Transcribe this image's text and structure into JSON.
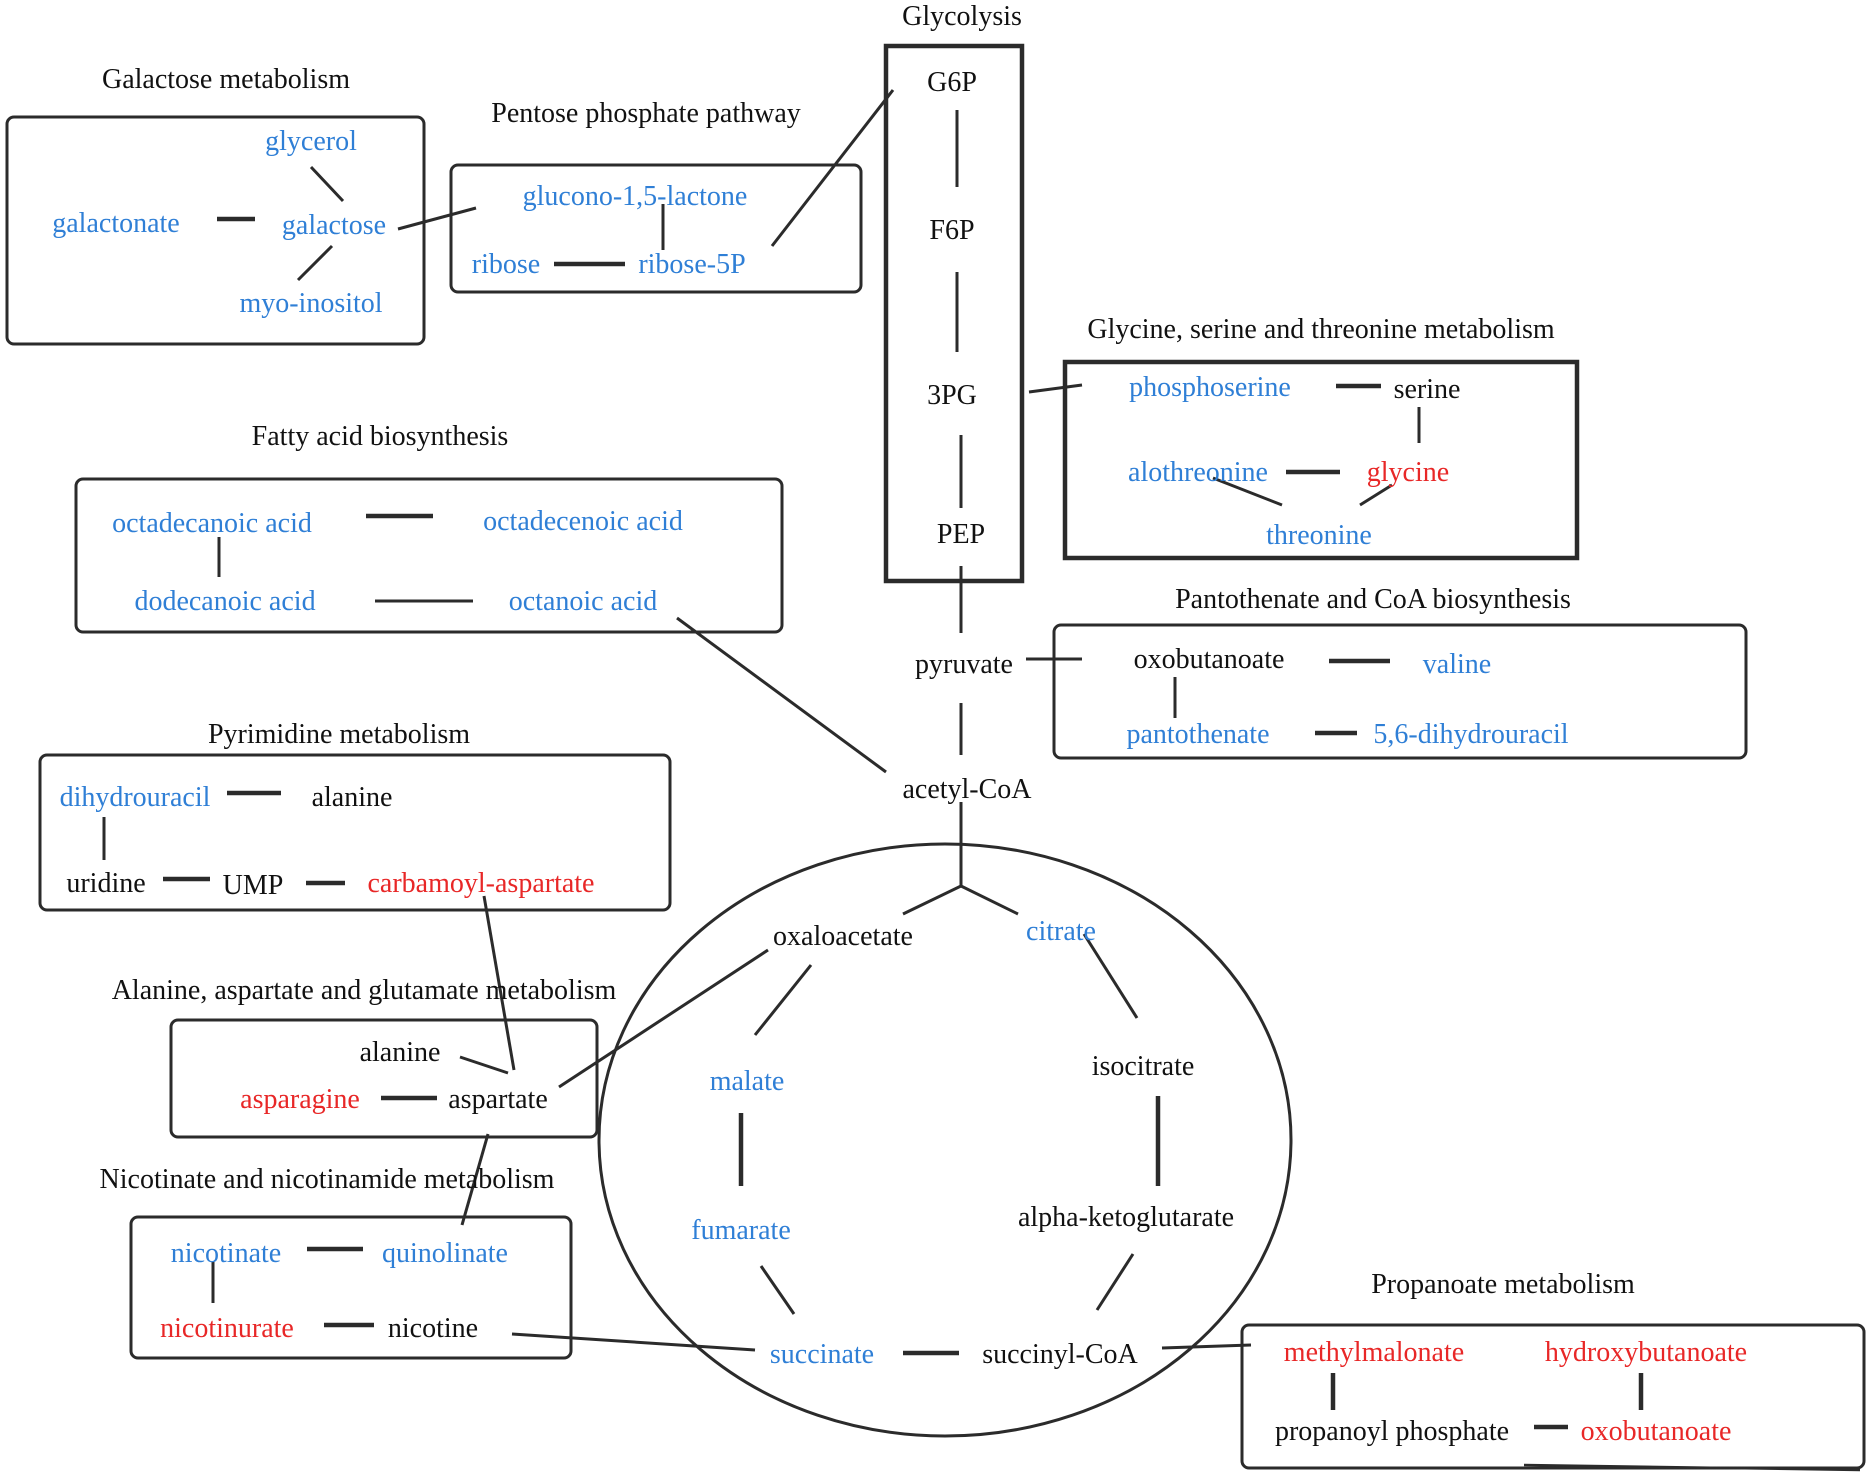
{
  "colors": {
    "black": "#111111",
    "blue": "#2f7fd6",
    "red": "#e82727"
  },
  "sections": {
    "glycolysis": "Glycolysis",
    "galactose": "Galactose metabolism",
    "pentose": "Pentose phosphate pathway",
    "glycine_serine_threonine": "Glycine, serine and threonine metabolism",
    "fatty_acid": "Fatty acid biosynthesis",
    "pantothenate": "Pantothenate and CoA biosynthesis",
    "pyrimidine": "Pyrimidine metabolism",
    "alanine_aspartate_glutamate": "Alanine, aspartate and glutamate metabolism",
    "nicotinate": "Nicotinate and nicotinamide metabolism",
    "propanoate": "Propanoate metabolism"
  },
  "nodes": {
    "g6p": {
      "label": "G6P",
      "color": "black"
    },
    "f6p": {
      "label": "F6P",
      "color": "black"
    },
    "pg3": {
      "label": "3PG",
      "color": "black"
    },
    "pep": {
      "label": "PEP",
      "color": "black"
    },
    "glycerol": {
      "label": "glycerol",
      "color": "blue"
    },
    "galactonate": {
      "label": "galactonate",
      "color": "blue"
    },
    "galactose": {
      "label": "galactose",
      "color": "blue"
    },
    "myo_inositol": {
      "label": "myo-inositol",
      "color": "blue"
    },
    "glucono_lactone": {
      "label": "glucono-1,5-lactone",
      "color": "blue"
    },
    "ribose": {
      "label": "ribose",
      "color": "blue"
    },
    "ribose_5p": {
      "label": "ribose-5P",
      "color": "blue"
    },
    "phosphoserine": {
      "label": "phosphoserine",
      "color": "blue"
    },
    "serine": {
      "label": "serine",
      "color": "black"
    },
    "alothreonine": {
      "label": "alothreonine",
      "color": "blue"
    },
    "glycine": {
      "label": "glycine",
      "color": "red"
    },
    "threonine": {
      "label": "threonine",
      "color": "blue"
    },
    "octadecanoic": {
      "label": "octadecanoic acid",
      "color": "blue"
    },
    "octadecenoic": {
      "label": "octadecenoic acid",
      "color": "blue"
    },
    "dodecanoic": {
      "label": "dodecanoic acid",
      "color": "blue"
    },
    "octanoic": {
      "label": "octanoic acid",
      "color": "blue"
    },
    "pyruvate": {
      "label": "pyruvate",
      "color": "black"
    },
    "oxobutanoate_pant": {
      "label": "oxobutanoate",
      "color": "black"
    },
    "valine": {
      "label": "valine",
      "color": "blue"
    },
    "pantothenate": {
      "label": "pantothenate",
      "color": "blue"
    },
    "dihydrouracil_56": {
      "label": "5,6-dihydrouracil",
      "color": "blue"
    },
    "acetyl_coa": {
      "label": "acetyl-CoA",
      "color": "black"
    },
    "dihydrouracil": {
      "label": "dihydrouracil",
      "color": "blue"
    },
    "alanine_pyr": {
      "label": "alanine",
      "color": "black"
    },
    "uridine": {
      "label": "uridine",
      "color": "black"
    },
    "ump": {
      "label": "UMP",
      "color": "black"
    },
    "carbamoyl_aspartate": {
      "label": "carbamoyl-aspartate",
      "color": "red"
    },
    "alanine_ala": {
      "label": "alanine",
      "color": "black"
    },
    "asparagine": {
      "label": "asparagine",
      "color": "red"
    },
    "aspartate": {
      "label": "aspartate",
      "color": "black"
    },
    "nicotinate": {
      "label": "nicotinate",
      "color": "blue"
    },
    "quinolinate": {
      "label": "quinolinate",
      "color": "blue"
    },
    "nicotinurate": {
      "label": "nicotinurate",
      "color": "red"
    },
    "nicotine": {
      "label": "nicotine",
      "color": "black"
    },
    "oxaloacetate": {
      "label": "oxaloacetate",
      "color": "black"
    },
    "citrate": {
      "label": "citrate",
      "color": "blue"
    },
    "malate": {
      "label": "malate",
      "color": "blue"
    },
    "isocitrate": {
      "label": "isocitrate",
      "color": "black"
    },
    "fumarate": {
      "label": "fumarate",
      "color": "blue"
    },
    "alpha_ketoglutarate": {
      "label": "alpha-ketoglutarate",
      "color": "black"
    },
    "succinate": {
      "label": "succinate",
      "color": "blue"
    },
    "succinyl_coa": {
      "label": "succinyl-CoA",
      "color": "black"
    },
    "methylmalonate": {
      "label": "methylmalonate",
      "color": "red"
    },
    "hydroxybutanoate": {
      "label": "hydroxybutanoate",
      "color": "red"
    },
    "propanoyl_phosphate": {
      "label": "propanoyl phosphate",
      "color": "black"
    },
    "oxobutanoate_prop": {
      "label": "oxobutanoate",
      "color": "red"
    }
  }
}
